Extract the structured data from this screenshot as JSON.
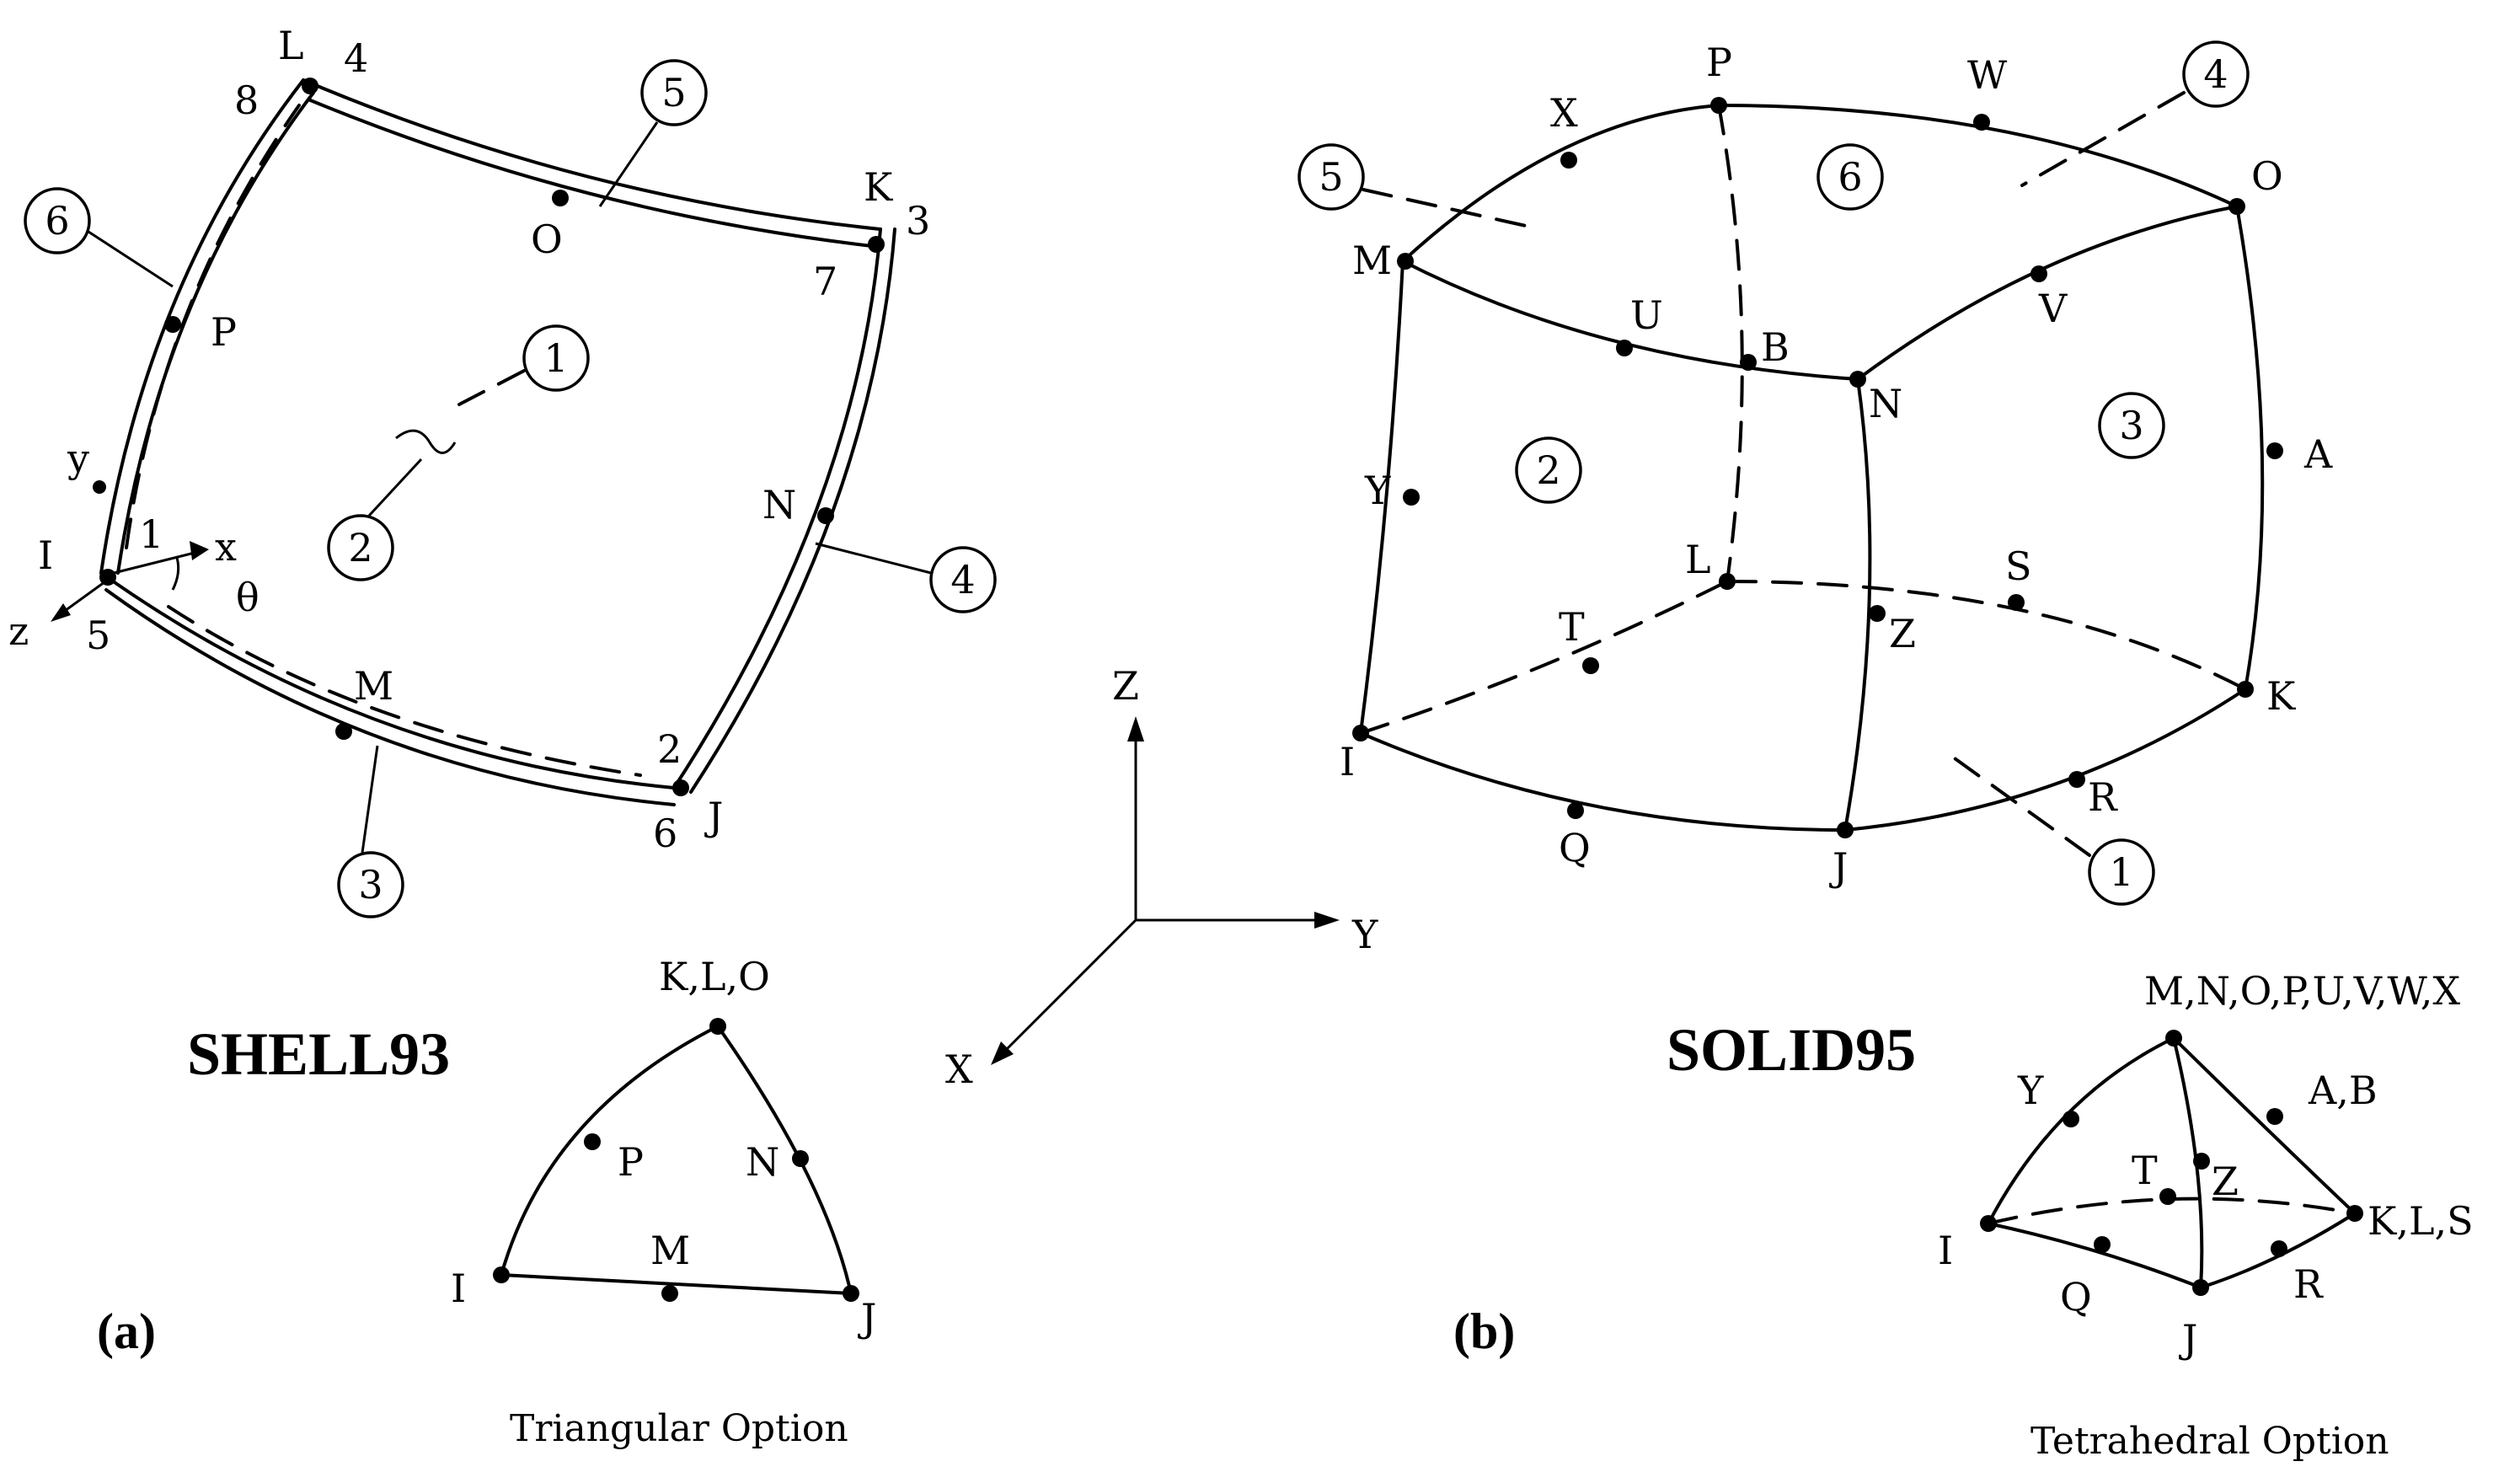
{
  "panel_a": {
    "tag": "(a)",
    "title": "SHELL93",
    "nodes": {
      "I": "I",
      "J": "J",
      "K": "K",
      "L": "L",
      "M": "M",
      "N": "N",
      "O": "O",
      "P": "P"
    },
    "numbers": {
      "n1": "1",
      "n2": "2",
      "n3": "3",
      "n4": "4",
      "n5": "5",
      "n6": "6",
      "n7": "7",
      "n8": "8"
    },
    "faces": {
      "f1": "1",
      "f2": "2",
      "f3": "3",
      "f4": "4",
      "f5": "5",
      "f6": "6"
    },
    "axes": {
      "x": "x",
      "y": "y",
      "z": "z",
      "theta": "θ"
    },
    "tri_caption": "Triangular Option",
    "tri_nodes": {
      "top": "K,L,O",
      "P": "P",
      "N": "N",
      "M": "M",
      "I": "I",
      "J": "J"
    }
  },
  "global_axes": {
    "X": "X",
    "Y": "Y",
    "Z": "Z"
  },
  "panel_b": {
    "tag": "(b)",
    "title": "SOLID95",
    "nodes": {
      "I": "I",
      "J": "J",
      "K": "K",
      "L": "L",
      "M": "M",
      "N": "N",
      "O": "O",
      "P": "P",
      "Q": "Q",
      "R": "R",
      "S": "S",
      "T": "T",
      "U": "U",
      "V": "V",
      "W": "W",
      "X": "X",
      "Y": "Y",
      "Z": "Z",
      "A": "A",
      "B": "B"
    },
    "faces": {
      "f1": "1",
      "f2": "2",
      "f3": "3",
      "f4": "4",
      "f5": "5",
      "f6": "6"
    },
    "tet_caption": "Tetrahedral Option",
    "tet_nodes": {
      "top": "M,N,O,P,U,V,W,X",
      "Y": "Y",
      "AB": "A,B",
      "T": "T",
      "Z": "Z",
      "KLS": "K,L,S",
      "I": "I",
      "Q": "Q",
      "R": "R",
      "J": "J"
    }
  }
}
